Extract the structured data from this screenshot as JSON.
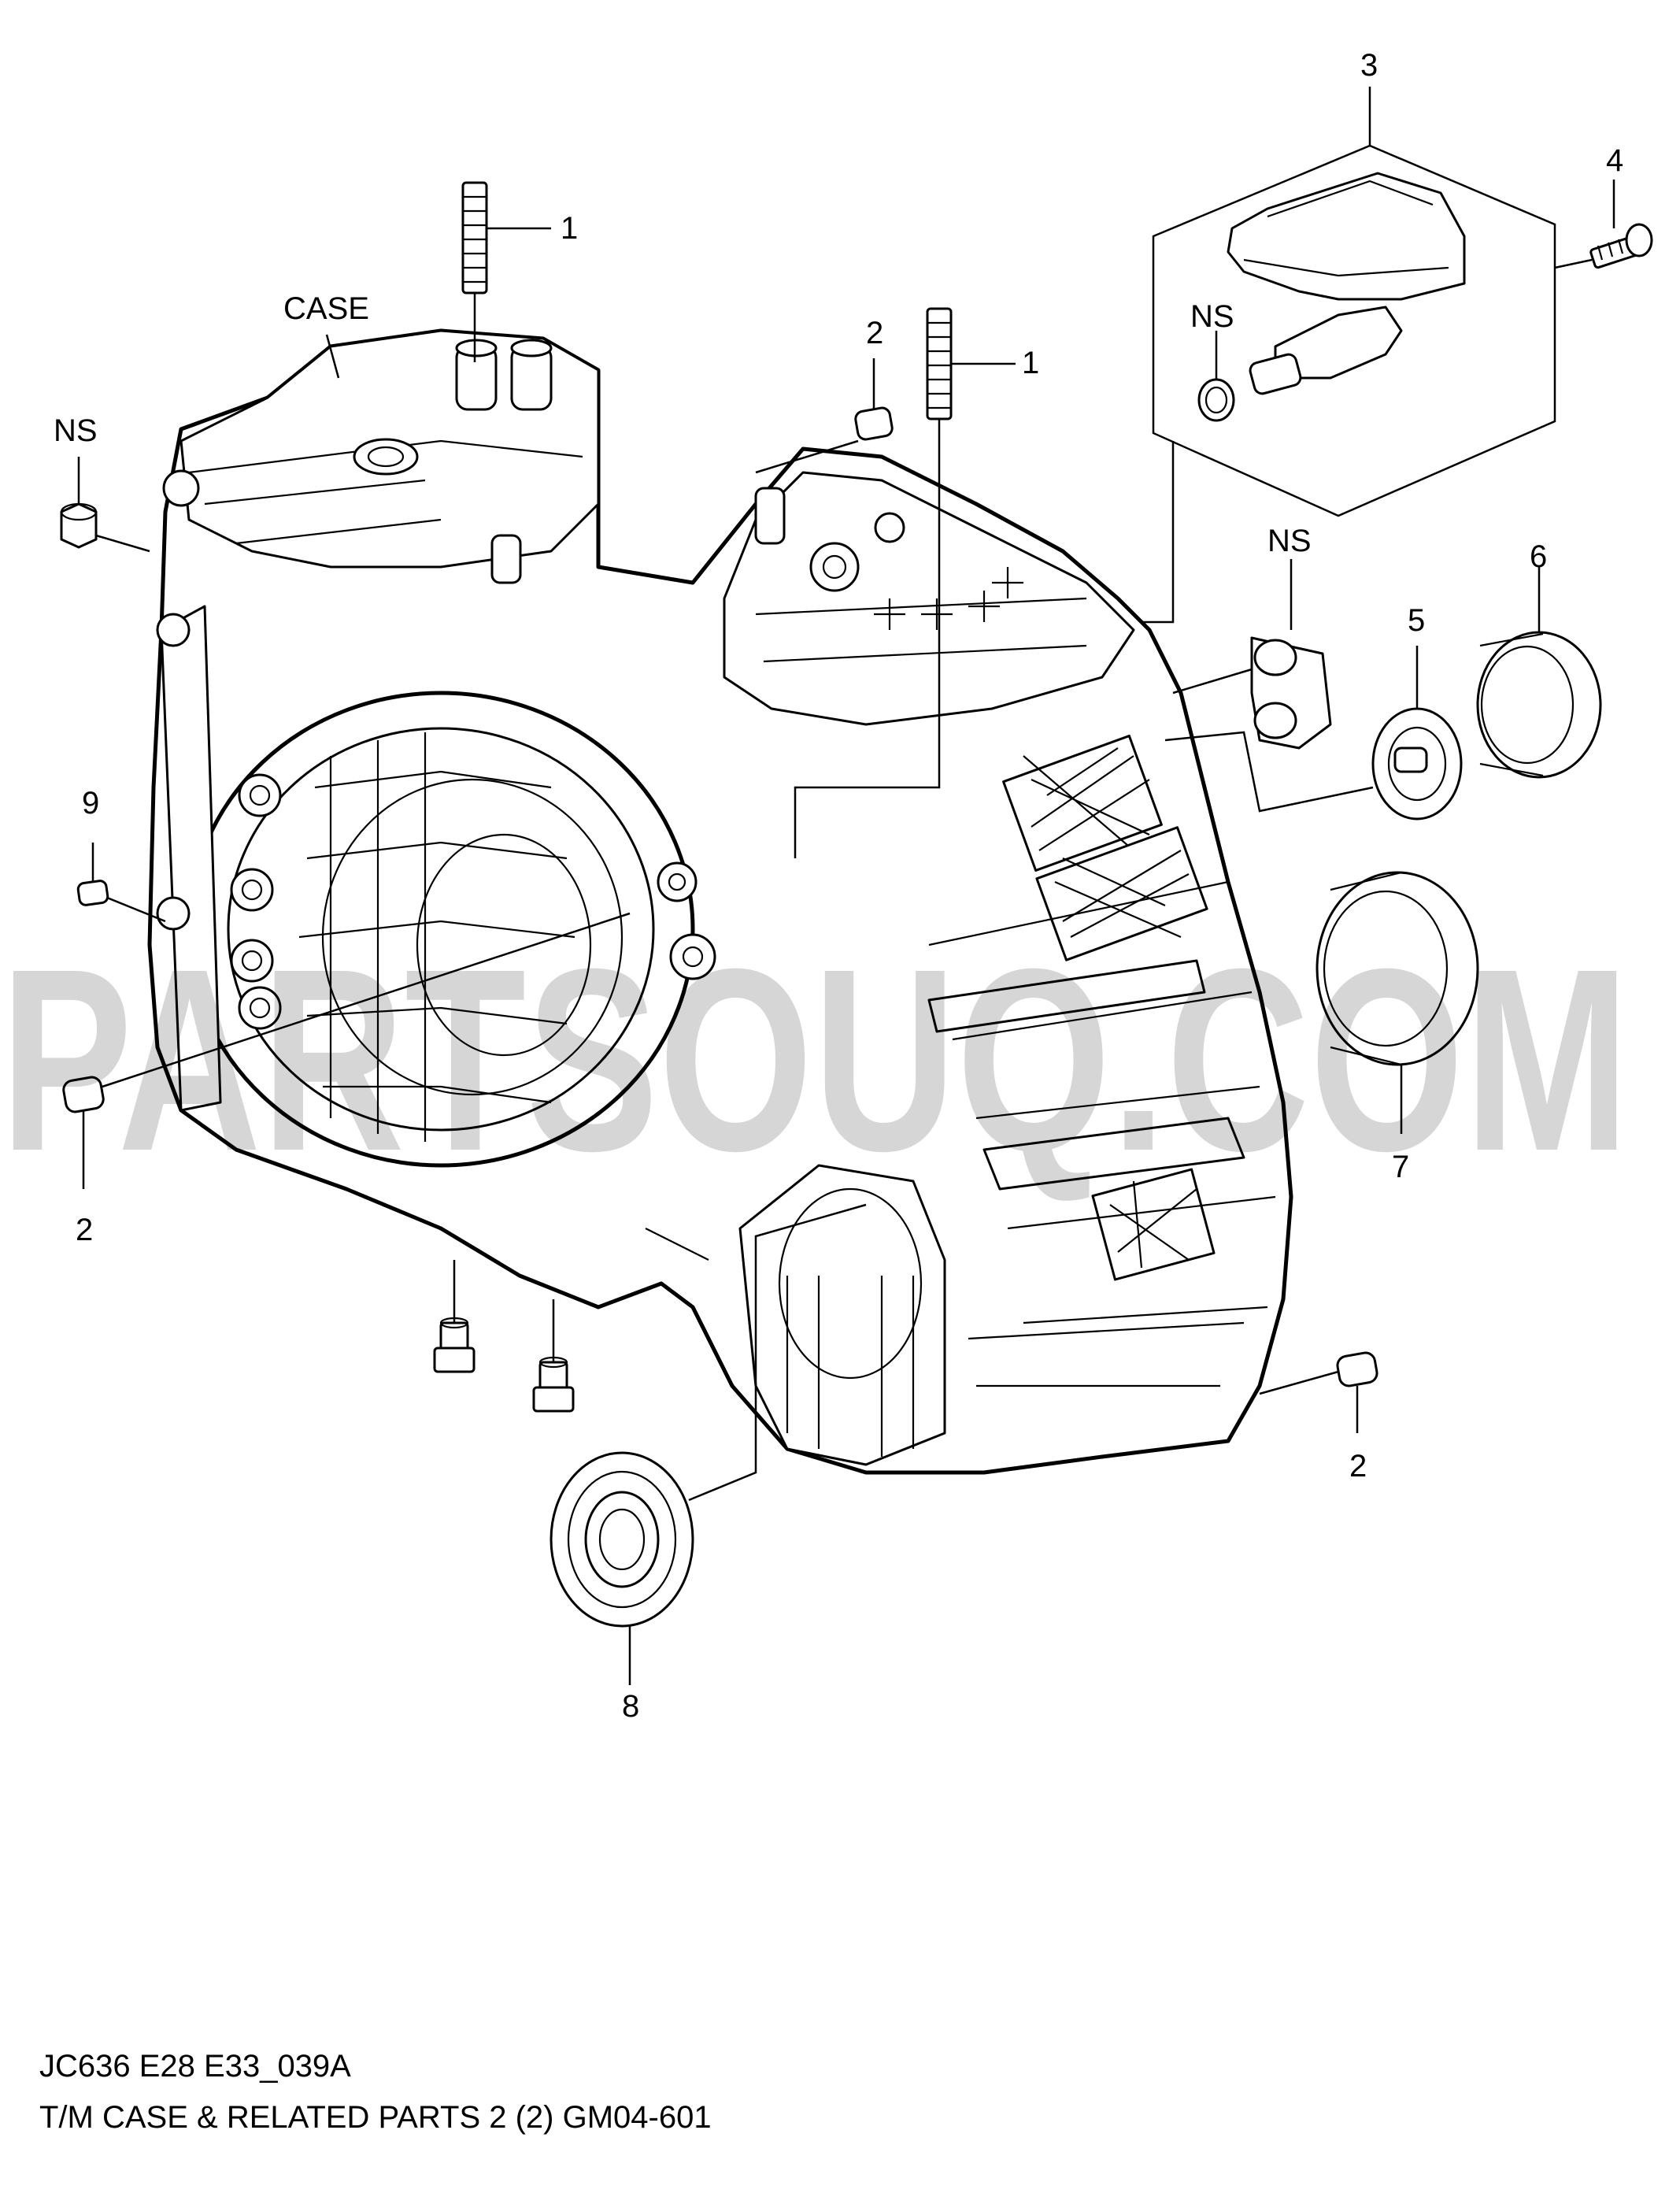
{
  "callouts": [
    {
      "id": "stud-1a",
      "text": "1"
    },
    {
      "id": "stud-1b",
      "text": "1"
    },
    {
      "id": "dowel-2a",
      "text": "2"
    },
    {
      "id": "dowel-2b",
      "text": "2"
    },
    {
      "id": "dowel-2c",
      "text": "2"
    },
    {
      "id": "strainer-3",
      "text": "3"
    },
    {
      "id": "bolt-4",
      "text": "4"
    },
    {
      "id": "seal-5",
      "text": "5"
    },
    {
      "id": "seal-6",
      "text": "6"
    },
    {
      "id": "seal-7",
      "text": "7"
    },
    {
      "id": "seal-8",
      "text": "8"
    },
    {
      "id": "pin-9",
      "text": "9"
    }
  ],
  "labels": {
    "case": "CASE",
    "ns_left": "NS",
    "ns_strainer": "NS",
    "ns_right": "NS"
  },
  "watermark": "PARTSOUQ.COM",
  "caption": {
    "line1": "JC636 E28 E33_039A",
    "line2": "T/M CASE & RELATED PARTS 2 (2) GM04-601"
  }
}
